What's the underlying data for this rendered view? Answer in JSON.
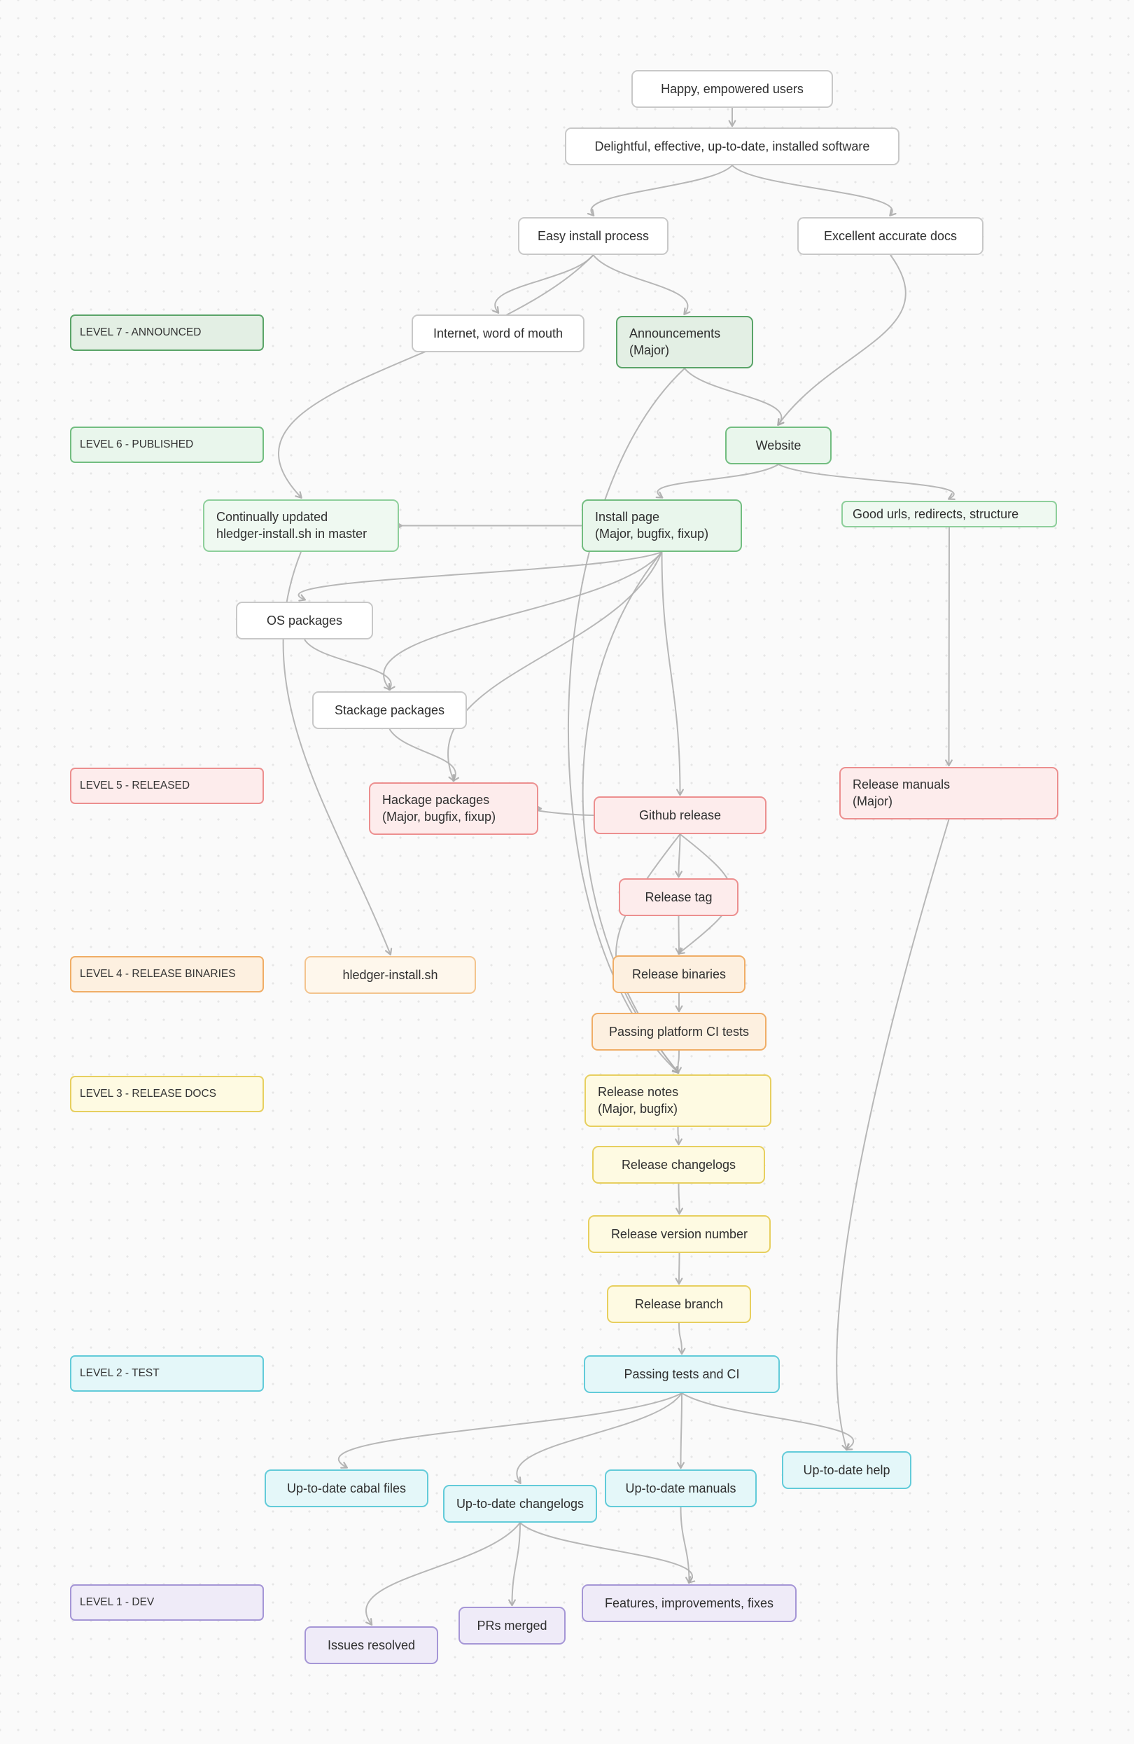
{
  "diagram": {
    "background": {
      "canvas_color": "#fafafa",
      "dot_color": "#e6e6e6",
      "arrow_color": "#b0b0b0"
    },
    "palette": {
      "announced_green": "#5aa468",
      "published_green": "#72bd80",
      "light_green": "#8ecf9b",
      "released_red": "#ec8f8f",
      "binaries_orange": "#f0ad66",
      "docs_yellow": "#e7cf5f",
      "test_cyan": "#62cbd9",
      "dev_purple": "#a596d6",
      "neutral_gray": "#c8c8c8"
    },
    "levels": [
      {
        "id": "l7",
        "label": "LEVEL 7 - ANNOUNCED"
      },
      {
        "id": "l6",
        "label": "LEVEL 6 - PUBLISHED"
      },
      {
        "id": "l5",
        "label": "LEVEL 5 - RELEASED"
      },
      {
        "id": "l4",
        "label": "LEVEL 4 - RELEASE BINARIES"
      },
      {
        "id": "l3",
        "label": "LEVEL 3 - RELEASE DOCS"
      },
      {
        "id": "l2",
        "label": "LEVEL 2 - TEST"
      },
      {
        "id": "l1",
        "label": "LEVEL 1 - DEV"
      }
    ],
    "nodes": {
      "happy": {
        "label": "Happy, empowered users"
      },
      "delightful": {
        "label": "Delightful, effective, up-to-date, installed software"
      },
      "easy-install": {
        "label": "Easy install process"
      },
      "excellent-docs": {
        "label": "Excellent accurate docs"
      },
      "internet": {
        "label": "Internet, word of mouth"
      },
      "announcements": {
        "label": "Announcements\n(Major)"
      },
      "website": {
        "label": "Website"
      },
      "continually": {
        "label": "Continually updated\nhledger-install.sh in master"
      },
      "install-page": {
        "label": "Install page\n(Major, bugfix, fixup)"
      },
      "good-urls": {
        "label": "Good urls, redirects, structure"
      },
      "os-packages": {
        "label": "OS packages"
      },
      "stackage": {
        "label": "Stackage packages"
      },
      "hackage": {
        "label": "Hackage packages\n(Major, bugfix, fixup)"
      },
      "github-release": {
        "label": "Github release"
      },
      "release-manuals": {
        "label": "Release manuals\n(Major)"
      },
      "release-tag": {
        "label": "Release tag"
      },
      "hledger-install": {
        "label": "hledger-install.sh"
      },
      "release-binaries": {
        "label": "Release binaries"
      },
      "passing-platform": {
        "label": "Passing platform CI tests"
      },
      "release-notes": {
        "label": "Release notes\n(Major, bugfix)"
      },
      "release-changelogs": {
        "label": "Release changelogs"
      },
      "release-version": {
        "label": "Release version number"
      },
      "release-branch": {
        "label": "Release branch"
      },
      "passing-tests": {
        "label": "Passing tests and CI"
      },
      "cabal-files": {
        "label": "Up-to-date cabal files"
      },
      "changelogs": {
        "label": "Up-to-date changelogs"
      },
      "manuals": {
        "label": "Up-to-date manuals"
      },
      "help": {
        "label": "Up-to-date help"
      },
      "features": {
        "label": "Features, improvements, fixes"
      },
      "prs-merged": {
        "label": "PRs merged"
      },
      "issues-resolved": {
        "label": "Issues resolved"
      }
    },
    "edges": [
      {
        "from": "happy",
        "to": "delightful"
      },
      {
        "from": "delightful",
        "to": "easy-install"
      },
      {
        "from": "delightful",
        "to": "excellent-docs"
      },
      {
        "from": "easy-install",
        "to": "internet"
      },
      {
        "from": "easy-install",
        "to": "announcements"
      },
      {
        "from": "announcements",
        "to": "website"
      },
      {
        "from": "excellent-docs",
        "to": "website"
      },
      {
        "from": "website",
        "to": "install-page"
      },
      {
        "from": "website",
        "to": "good-urls"
      },
      {
        "from": "good-urls",
        "to": "release-manuals"
      },
      {
        "from": "easy-install",
        "to": "continually"
      },
      {
        "from": "install-page",
        "to": "continually"
      },
      {
        "from": "install-page",
        "to": "os-packages"
      },
      {
        "from": "os-packages",
        "to": "stackage"
      },
      {
        "from": "stackage",
        "to": "hackage"
      },
      {
        "from": "install-page",
        "to": "stackage"
      },
      {
        "from": "install-page",
        "to": "hackage"
      },
      {
        "from": "install-page",
        "to": "github-release"
      },
      {
        "from": "install-page",
        "to": "release-notes"
      },
      {
        "from": "announcements",
        "to": "release-notes"
      },
      {
        "from": "github-release",
        "to": "hackage"
      },
      {
        "from": "github-release",
        "to": "release-tag"
      },
      {
        "from": "github-release",
        "to": "release-binaries"
      },
      {
        "from": "github-release",
        "to": "release-notes"
      },
      {
        "from": "release-tag",
        "to": "release-binaries"
      },
      {
        "from": "release-binaries",
        "to": "passing-platform"
      },
      {
        "from": "passing-platform",
        "to": "release-notes"
      },
      {
        "from": "release-notes",
        "to": "release-changelogs"
      },
      {
        "from": "release-changelogs",
        "to": "release-version"
      },
      {
        "from": "release-version",
        "to": "release-branch"
      },
      {
        "from": "release-branch",
        "to": "passing-tests"
      },
      {
        "from": "passing-tests",
        "to": "cabal-files"
      },
      {
        "from": "passing-tests",
        "to": "changelogs"
      },
      {
        "from": "passing-tests",
        "to": "manuals"
      },
      {
        "from": "passing-tests",
        "to": "help"
      },
      {
        "from": "release-manuals",
        "to": "help"
      },
      {
        "from": "continually",
        "to": "hledger-install"
      },
      {
        "from": "changelogs",
        "to": "issues-resolved"
      },
      {
        "from": "changelogs",
        "to": "prs-merged"
      },
      {
        "from": "changelogs",
        "to": "features"
      },
      {
        "from": "manuals",
        "to": "features"
      }
    ]
  }
}
